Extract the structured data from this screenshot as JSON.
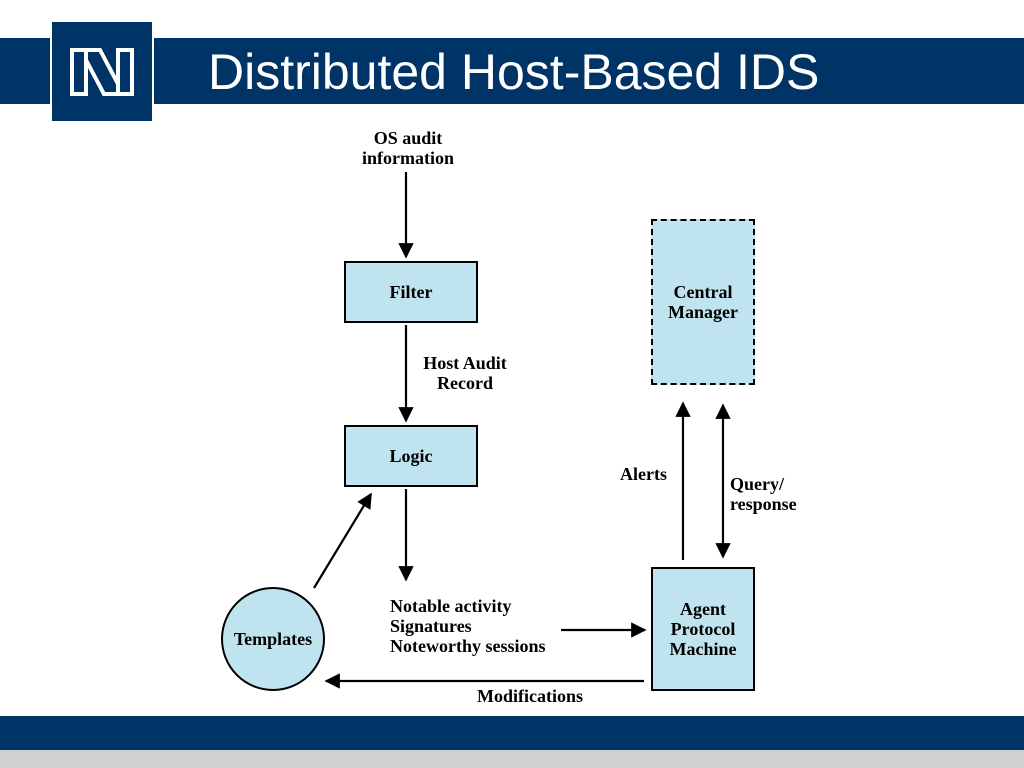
{
  "slide": {
    "title": "Distributed Host-Based IDS",
    "logo_text": "N",
    "colors": {
      "brand_blue": "#003366",
      "node_fill": "#bfe3ef",
      "footer_gray": "#d0d0d0"
    }
  },
  "diagram": {
    "nodes": {
      "filter": "Filter",
      "logic": "Logic",
      "templates": "Templates",
      "central_manager": "Central\nManager",
      "agent_protocol_machine": "Agent\nProtocol\nMachine"
    },
    "labels": {
      "os_audit": "OS audit\ninformation",
      "host_audit_record": "Host Audit\nRecord",
      "notable_activity": "Notable activity\nSignatures\nNoteworthy sessions",
      "alerts": "Alerts",
      "query_response": "Query/\nresponse",
      "modifications": "Modifications"
    }
  }
}
